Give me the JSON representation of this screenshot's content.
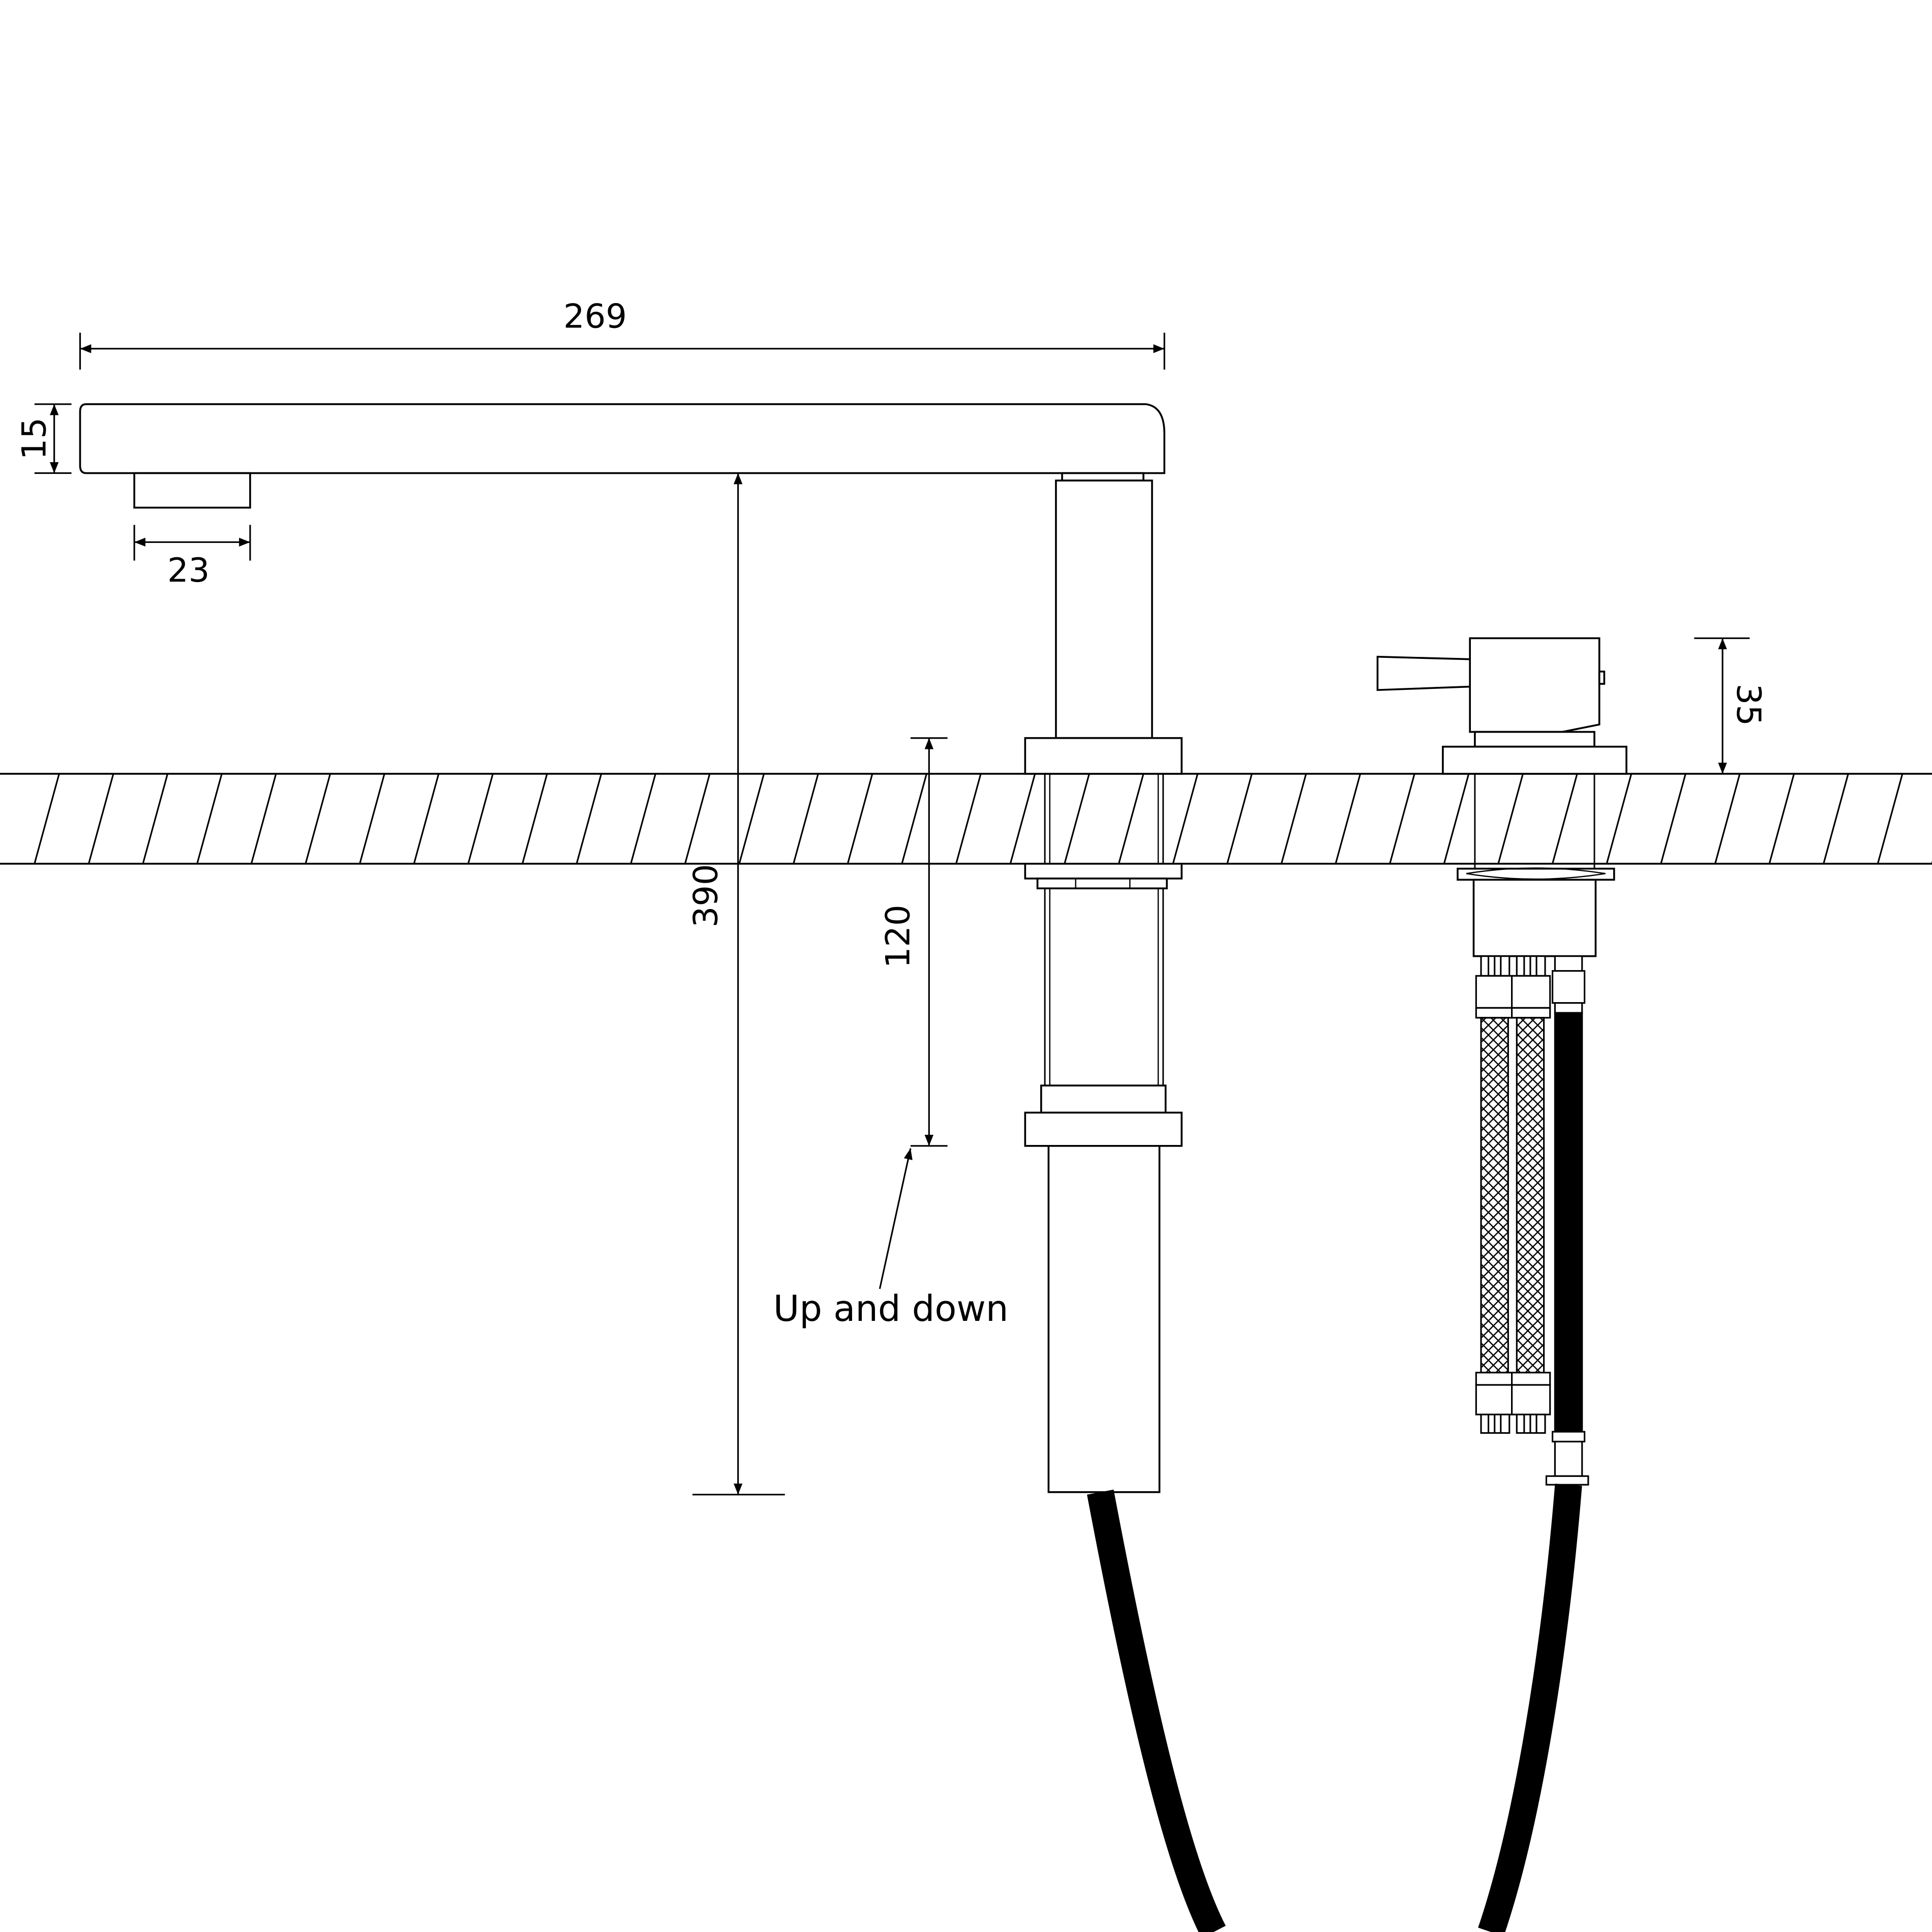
{
  "dimensions": {
    "spout_length": "269",
    "spout_thickness": "15",
    "outlet_width": "23",
    "spout_height": "390",
    "lift_travel": "120",
    "mixer_height": "35"
  },
  "annotations": {
    "movement_note": "Up and down"
  },
  "colors": {
    "line": "#000000",
    "background": "#ffffff",
    "hose": "#000000"
  },
  "icons": {
    "dimension_arrow": "arrowhead",
    "countertop_hatch": "diagonal-hatch",
    "braided_hose": "crosshatch-mesh"
  }
}
